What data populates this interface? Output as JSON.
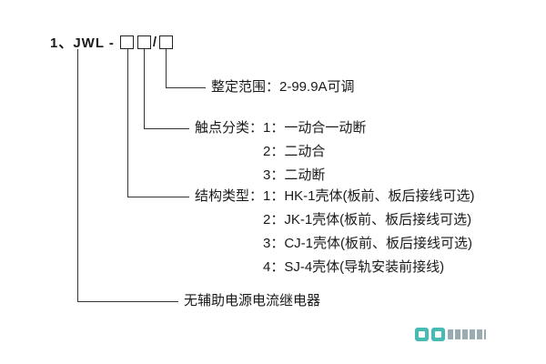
{
  "model_line": {
    "prefix": "1、JWL -",
    "separator": "/"
  },
  "callouts": {
    "setting_range": "整定范围：2-99.9A可调",
    "contact": {
      "line1": "触点分类：1：一动合一动断",
      "line2": "2：二动合",
      "line3": "3：二动断"
    },
    "structure": {
      "line1": "结构类型：1：HK-1壳体(板前、板后接线可选)",
      "line2": "2：JK-1壳体(板前、板后接线可选)",
      "line3": "3：CJ-1壳体(板前、板后接线可选)",
      "line4": "4：SJ-4壳体(导轨安装前接线)"
    },
    "product_name": "无辅助电源电流继电器"
  },
  "colors": {
    "line": "#333333",
    "text": "#1a1a1a",
    "watermark_accent": "#33b3ab"
  }
}
